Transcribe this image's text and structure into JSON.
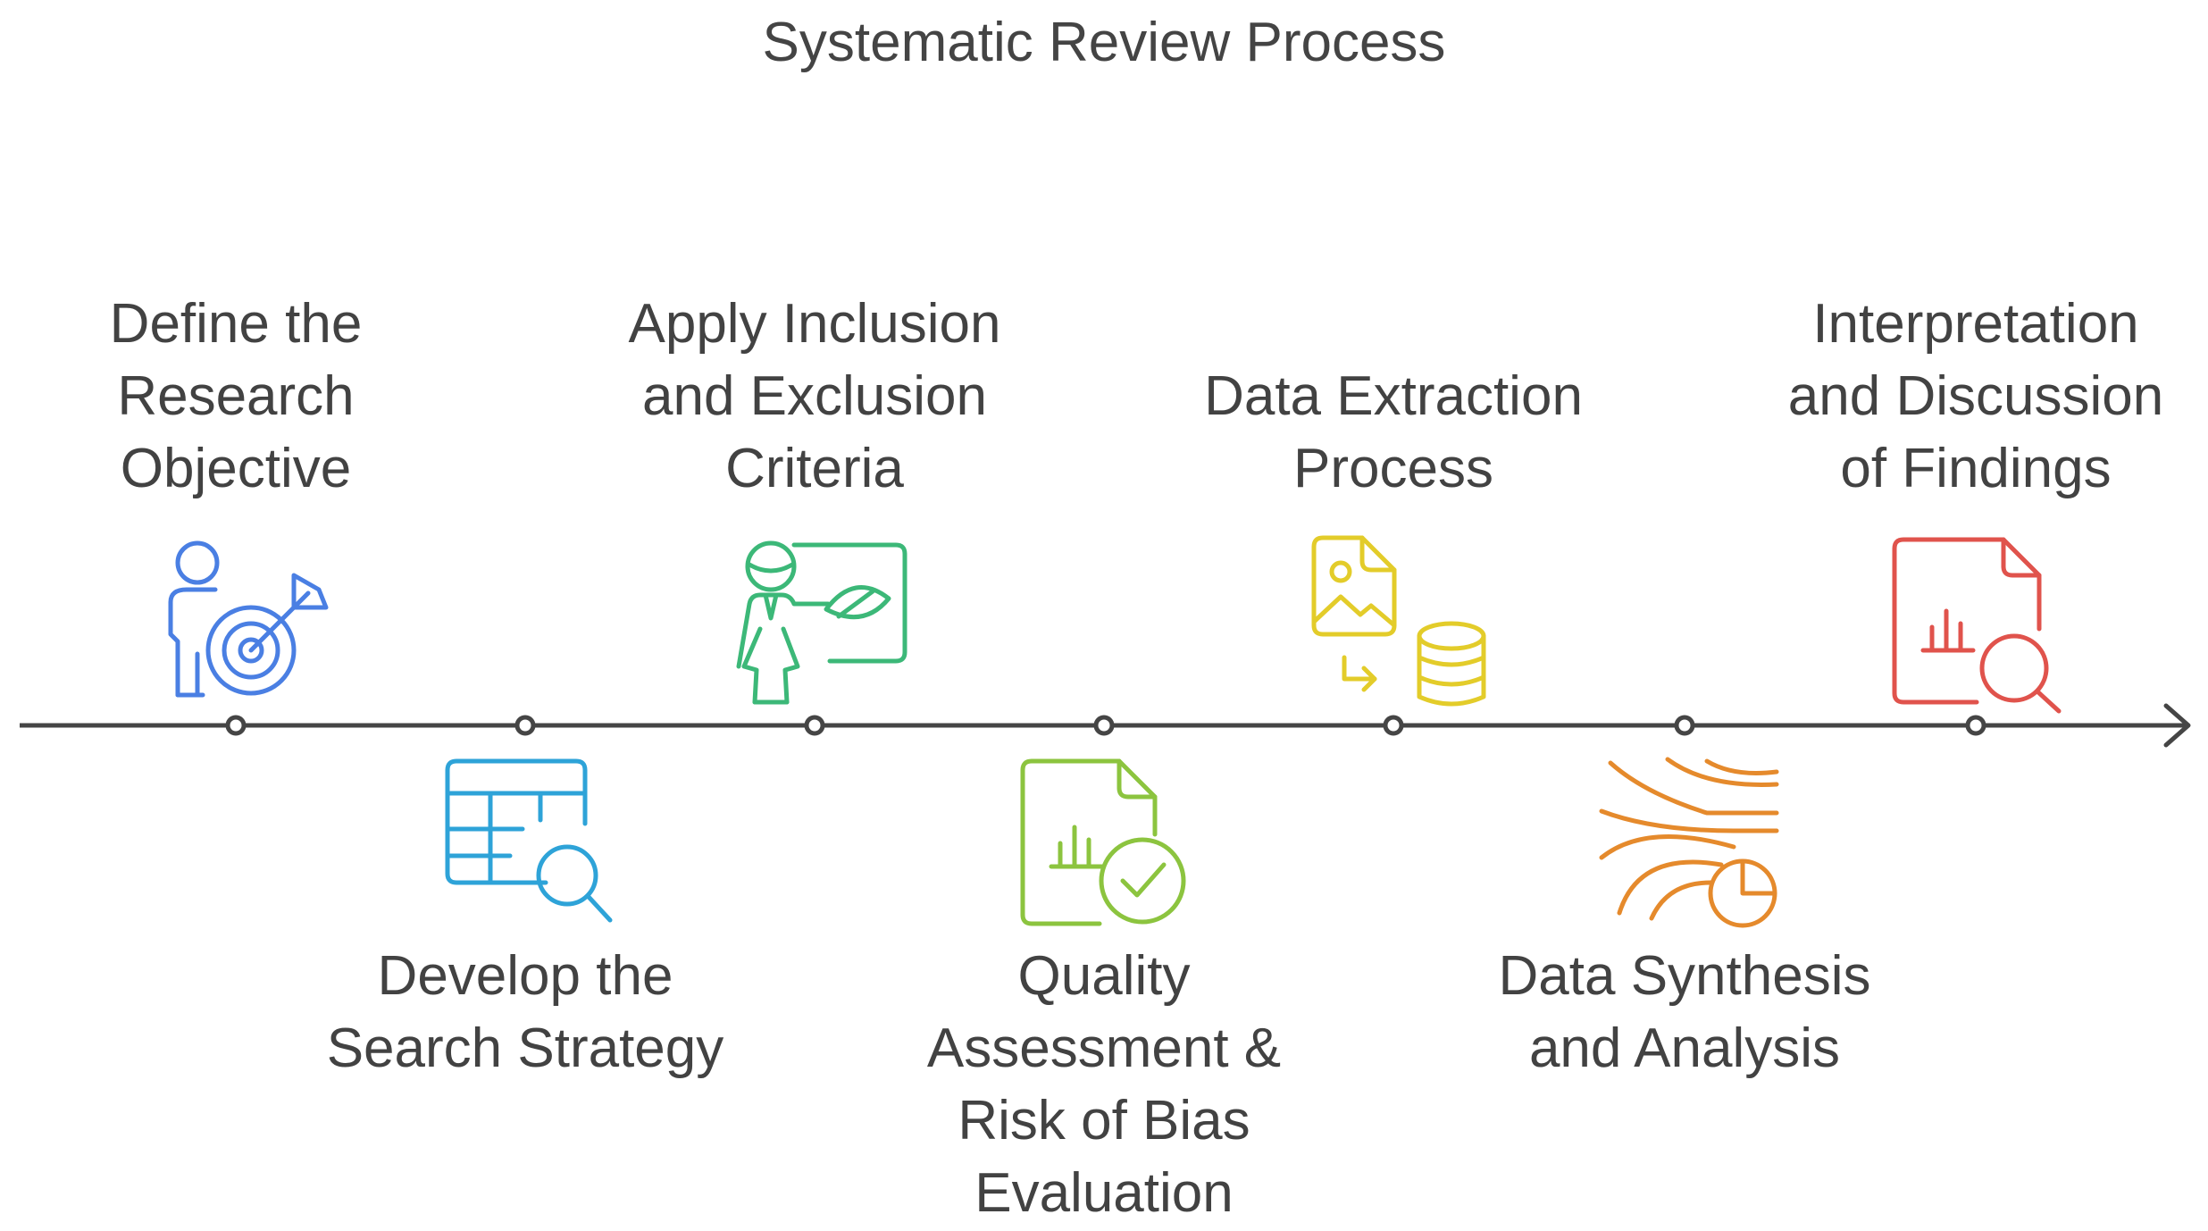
{
  "title": "Systematic Review Process",
  "colors": {
    "line": "#454545",
    "node_fill": "#ffffff"
  },
  "steps": [
    {
      "id": "define",
      "lines": [
        "Define the",
        "Research",
        "Objective"
      ],
      "position": "top",
      "icon": "person-target-icon",
      "color": "#4a7fe3"
    },
    {
      "id": "search",
      "lines": [
        "Develop the",
        "Search Strategy"
      ],
      "position": "bottom",
      "icon": "table-search-icon",
      "color": "#2ea3d8"
    },
    {
      "id": "criteria",
      "lines": [
        "Apply Inclusion",
        "and Exclusion",
        "Criteria"
      ],
      "position": "top",
      "icon": "person-board-icon",
      "color": "#3cb878"
    },
    {
      "id": "quality",
      "lines": [
        "Quality",
        "Assessment &",
        "Risk of Bias",
        "Evaluation"
      ],
      "position": "bottom",
      "icon": "document-chart-check-icon",
      "color": "#8cc43f"
    },
    {
      "id": "extraction",
      "lines": [
        "Data Extraction",
        "Process"
      ],
      "position": "top",
      "icon": "image-to-database-icon",
      "color": "#e3cc2a"
    },
    {
      "id": "synthesis",
      "lines": [
        "Data Synthesis",
        "and Analysis"
      ],
      "position": "bottom",
      "icon": "streams-pie-icon",
      "color": "#e58a2c"
    },
    {
      "id": "interpretation",
      "lines": [
        "Interpretation",
        "and Discussion",
        "of Findings"
      ],
      "position": "top",
      "icon": "document-chart-search-icon",
      "color": "#e0534c"
    }
  ]
}
